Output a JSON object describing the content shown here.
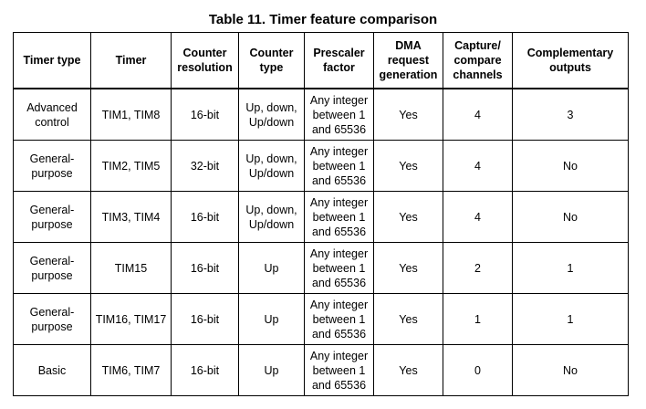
{
  "caption": "Table 11. Timer feature comparison",
  "headers": [
    "Timer type",
    "Timer",
    "Counter\nresolution",
    "Counter\ntype",
    "Prescaler\nfactor",
    "DMA\nrequest\ngeneration",
    "Capture/\ncompare\nchannels",
    "Complementary\noutputs"
  ],
  "rows": [
    {
      "type": "Advanced\ncontrol",
      "timer": "TIM1, TIM8",
      "resolution": "16-bit",
      "counter_type": "Up, down,\nUp/down",
      "prescaler": "Any integer\nbetween 1\nand 65536",
      "dma": "Yes",
      "channels": "4",
      "complementary": "3"
    },
    {
      "type": "General-\npurpose",
      "timer": "TIM2, TIM5",
      "resolution": "32-bit",
      "counter_type": "Up, down,\nUp/down",
      "prescaler": "Any integer\nbetween 1\nand 65536",
      "dma": "Yes",
      "channels": "4",
      "complementary": "No"
    },
    {
      "type": "General-\npurpose",
      "timer": "TIM3, TIM4",
      "resolution": "16-bit",
      "counter_type": "Up, down,\nUp/down",
      "prescaler": "Any integer\nbetween 1\nand 65536",
      "dma": "Yes",
      "channels": "4",
      "complementary": "No"
    },
    {
      "type": "General-\npurpose",
      "timer": "TIM15",
      "resolution": "16-bit",
      "counter_type": "Up",
      "prescaler": "Any integer\nbetween 1\nand 65536",
      "dma": "Yes",
      "channels": "2",
      "complementary": "1"
    },
    {
      "type": "General-\npurpose",
      "timer": "TIM16, TIM17",
      "resolution": "16-bit",
      "counter_type": "Up",
      "prescaler": "Any integer\nbetween 1\nand 65536",
      "dma": "Yes",
      "channels": "1",
      "complementary": "1"
    },
    {
      "type": "Basic",
      "timer": "TIM6, TIM7",
      "resolution": "16-bit",
      "counter_type": "Up",
      "prescaler": "Any integer\nbetween 1\nand 65536",
      "dma": "Yes",
      "channels": "0",
      "complementary": "No"
    }
  ]
}
